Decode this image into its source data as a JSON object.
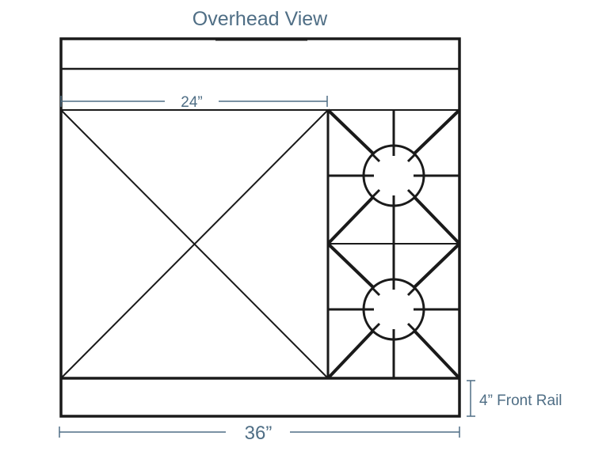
{
  "title": "Overhead View",
  "labels": {
    "griddle_width": "24”",
    "front_rail": "4” Front Rail",
    "total_width": "36”"
  },
  "colors": {
    "outline": "#1a1a1a",
    "dimension": "#4f6e85"
  }
}
